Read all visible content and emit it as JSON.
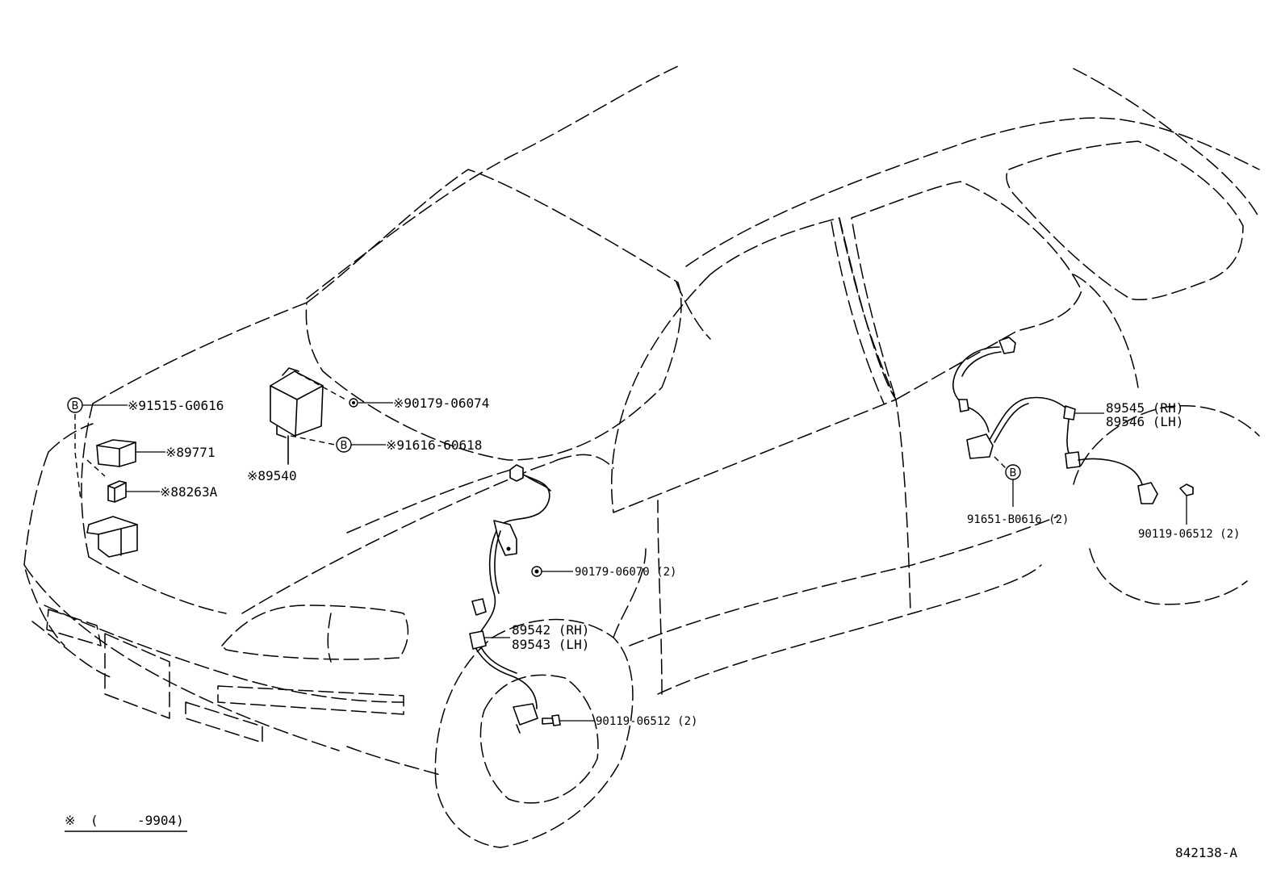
{
  "diagram_id": "842138-A",
  "legend": {
    "mark": "※",
    "open_paren": "(",
    "range": "-9904)"
  },
  "callout_letter": "B",
  "labels": {
    "screw_b1": "91515-G0616",
    "relay_1": "89771",
    "relay_2": "88263A",
    "ecu": "89540",
    "nut_ecu": "90179-06074",
    "screw_b2": "91616-60618",
    "front_nut": "90179-06070 (2)",
    "front_sensor_rh": "89542 (RH)",
    "front_sensor_lh": "89543 (LH)",
    "front_bolt": "90119-06512 (2)",
    "rear_sensor_rh": "89545 (RH)",
    "rear_sensor_lh": "89546 (LH)",
    "rear_screw_b": "91651-B0616 (2)",
    "rear_bolt": "90119-06512 (2)"
  },
  "marked_labels": [
    "screw_b1",
    "relay_1",
    "relay_2",
    "ecu",
    "nut_ecu",
    "screw_b2"
  ]
}
